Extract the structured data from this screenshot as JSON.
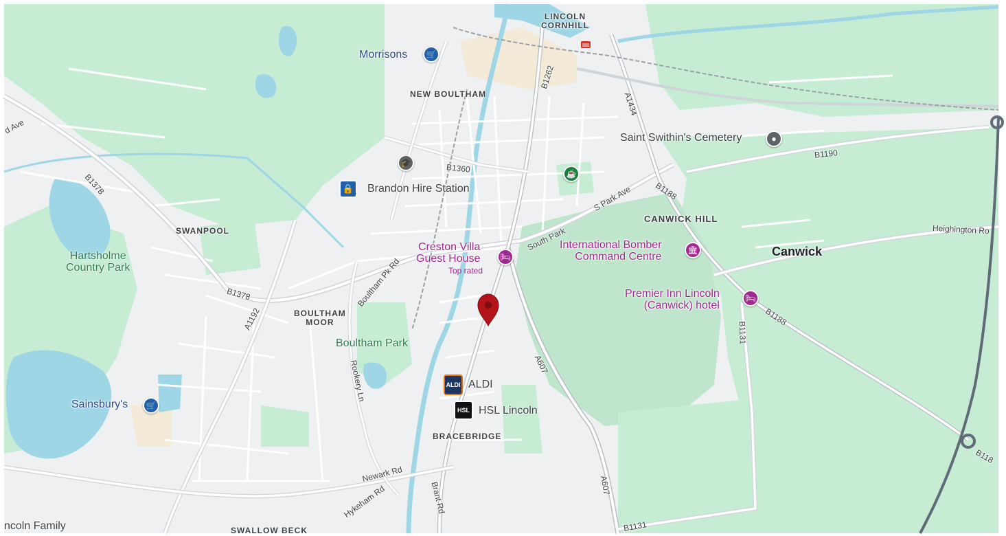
{
  "map": {
    "colors": {
      "land": "#eef0f2",
      "park": "#c6ecd4",
      "water": "#9ed6e6",
      "road": "#ffffff",
      "major_road": "#cfd4d9",
      "urban": "#f3ead7",
      "marker": "#b3141a"
    },
    "areas": {
      "lincoln_cornhill": "LINCOLN\nCORNHILL",
      "new_boultham": "NEW BOULTHAM",
      "swanpool": "SWANPOOL",
      "boultham_moor": "BOULTHAM\nMOOR",
      "canwick_hill": "CANWICK HILL",
      "bracebridge": "BRACEBRIDGE",
      "swallow_beck": "SWALLOW BECK",
      "canwick": "Canwick"
    },
    "parks": {
      "hartsholme": "Hartsholme\nCountry Park",
      "boultham_park": "Boultham Park"
    },
    "pois": {
      "morrisons": "Morrisons",
      "brandon_hire": "Brandon Hire Station",
      "saint_swithins": "Saint Swithin's Cemetery",
      "creston_villa": "Creston Villa\nGuest House",
      "creston_villa_badge": "Top rated",
      "bomber_command": "International Bomber\nCommand Centre",
      "premier_inn": "Premier Inn Lincoln\n(Canwick) hotel",
      "sainsburys": "Sainsbury's",
      "aldi": "ALDI",
      "aldi_logo": "ALDI",
      "hsl": "HSL Lincoln",
      "hsl_logo": "HSL",
      "lincoln_family": "ncoln Family"
    },
    "icons": {
      "morrisons": "shopping-cart-icon",
      "brandon_hire": "shopping-bag-icon",
      "school": "graduation-cap-icon",
      "saint_swithins": "location-pin-icon",
      "green_cafe": "coffee-cup-icon",
      "creston_villa": "bed-icon",
      "bomber_command": "museum-icon",
      "premier_inn": "bed-icon",
      "sainsburys": "shopping-cart-icon",
      "railway": "railway-station-icon",
      "dropped_pin": "map-marker-icon"
    },
    "roads": {
      "b1262": "B1262",
      "a1434": "A1434",
      "b1360": "B1360",
      "b1190": "B1190",
      "b1378_a": "B1378",
      "b1378_b": "B1378",
      "b1188_a": "B1188",
      "b1188_b": "B1188",
      "b118_c": "B118",
      "s_park_ave": "S Park Ave",
      "south_park": "South Park",
      "heighington": "Heighington Ro",
      "boultham_pk_rd": "Boultham Pk Rd",
      "a1192": "A1192",
      "a607_a": "A607",
      "a607_b": "A607",
      "b1131_a": "B1131",
      "b1131_b": "B1131",
      "rookery_ln": "Rookery Ln",
      "newark_rd": "Newark Rd",
      "hykeham_rd": "Hykeham Rd",
      "brant_rd": "Brant Rd",
      "d_ave": "d Ave"
    }
  }
}
